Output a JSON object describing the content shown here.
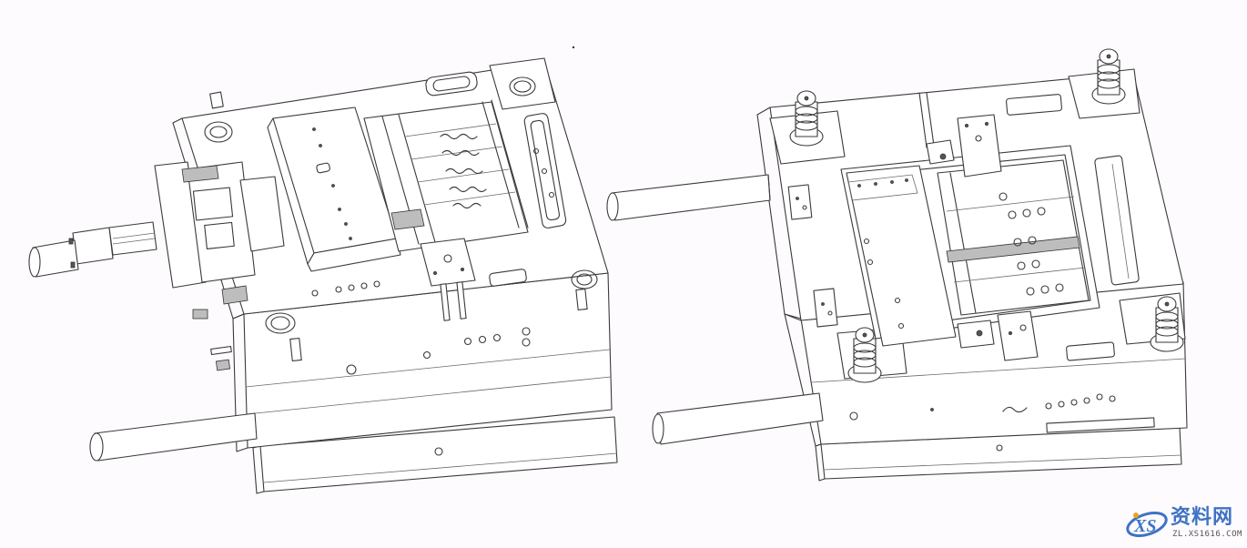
{
  "figure": {
    "title": "",
    "description": "Isometric line drawings of an injection mold opened into two halves",
    "panels": [
      {
        "id": "left",
        "label": "",
        "content": "mold half with slider mechanism, side-action cylinder rods and guide pillar holes"
      },
      {
        "id": "right",
        "label": "",
        "content": "mold half with four guide pillars, cavity insert and two support rods"
      }
    ]
  },
  "watermark": {
    "logo_text": "XS",
    "title": "资料网",
    "url": "ZL.XS1616.COM",
    "colors": {
      "primary": "#3e73c4",
      "accent": "#f0a020",
      "text": "#555555"
    }
  },
  "colors": {
    "background": "#fdfbfd",
    "line": "#3a3a3a"
  }
}
